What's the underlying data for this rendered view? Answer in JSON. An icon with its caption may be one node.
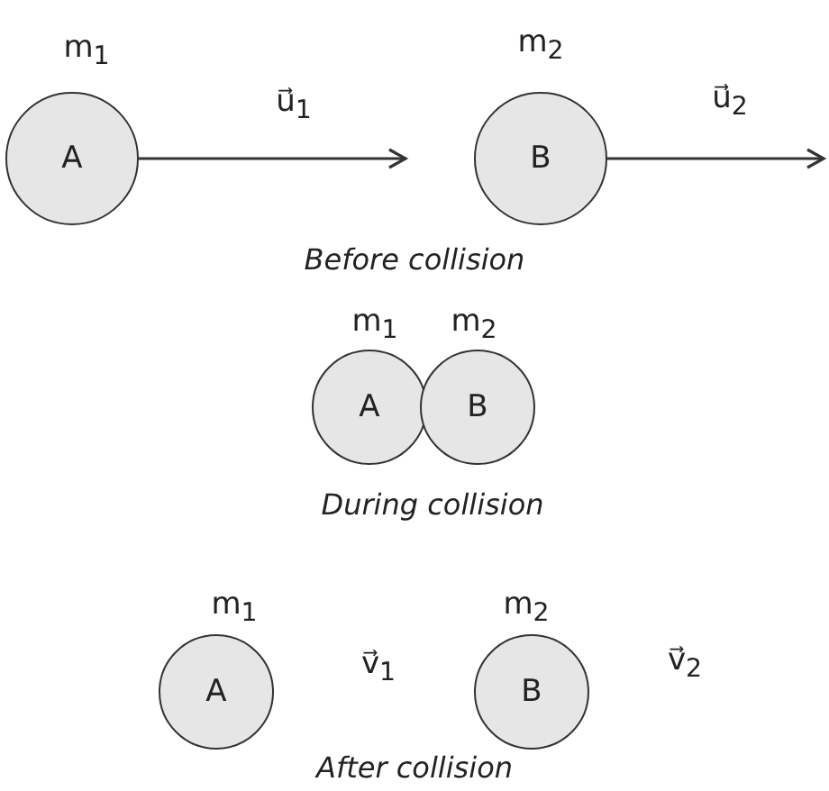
{
  "diagram": {
    "nodes": [
      {
        "text": [
          "A"
        ],
        "beside": [
          "m$_{1}$"
        ]
      },
      {
        "text": [
          "B"
        ],
        "beside": [
          "m$_{2}$"
        ]
      },
      {
        "text": [
          "A"
        ],
        "beside": [
          "m$_{1}$"
        ]
      },
      {
        "text": [
          "B"
        ],
        "beside": [
          "m$_{2}$"
        ]
      },
      {
        "text": [
          "A"
        ],
        "beside": [
          "m$_{1}$"
        ]
      },
      {
        "text": [
          "B"
        ],
        "beside": [
          "m$_{2}$"
        ]
      }
    ],
    "edges": [
      {
        "from": 0,
        "to": null,
        "arrow": "to",
        "label": "u⃗$_{1}$"
      },
      {
        "from": 1,
        "to": null,
        "arrow": "to",
        "label": "u⃗$_{2}$"
      }
    ],
    "labels": [
      "Before collision",
      "During collision",
      "v⃗$_{1}$",
      "v⃗$_{2}$",
      "After collision"
    ]
  }
}
